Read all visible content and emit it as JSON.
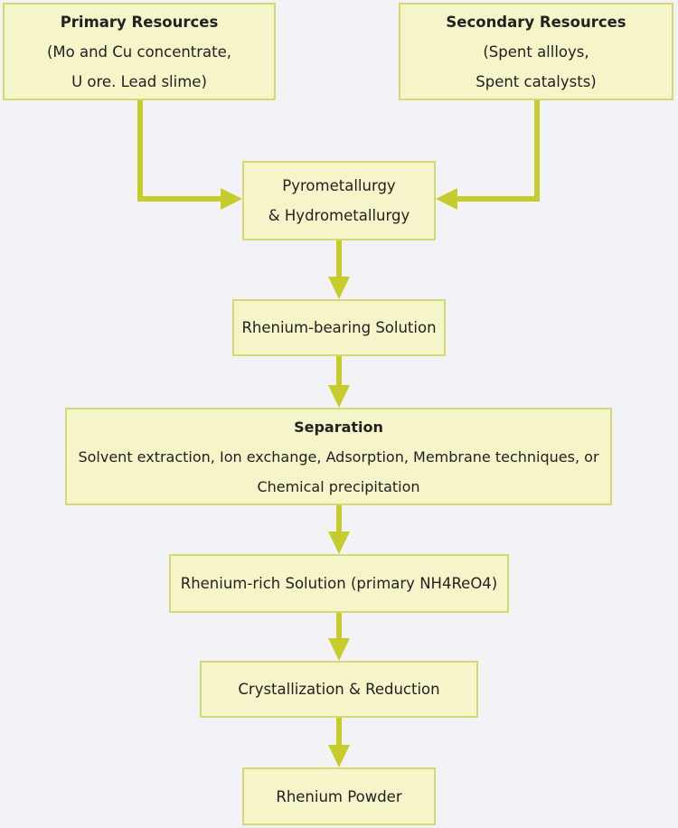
{
  "nodes": {
    "primary": {
      "title": "Primary Resources",
      "line1": "(Mo and Cu concentrate,",
      "line2": "U ore. Lead slime)"
    },
    "secondary": {
      "title": "Secondary Resources",
      "line1": "(Spent allloys,",
      "line2": "Spent catalysts)"
    },
    "metallurgy": {
      "line1": "Pyrometallurgy",
      "line2": "& Hydrometallurgy"
    },
    "solution": {
      "label": "Rhenium-bearing Solution"
    },
    "separation": {
      "title": "Separation",
      "line1": "Solvent extraction, Ion exchange, Adsorption, Membrane techniques, or",
      "line2": "Chemical precipitation"
    },
    "rich_solution": {
      "label": "Rhenium-rich Solution (primary NH4ReO4)"
    },
    "crystallization": {
      "label": "Crystallization & Reduction"
    },
    "powder": {
      "label": "Rhenium Powder"
    }
  },
  "colors": {
    "box_fill": "#f6f4c9",
    "box_border": "#d2db73",
    "arrow": "#c5cc2b",
    "background": "#f3f2f7"
  }
}
